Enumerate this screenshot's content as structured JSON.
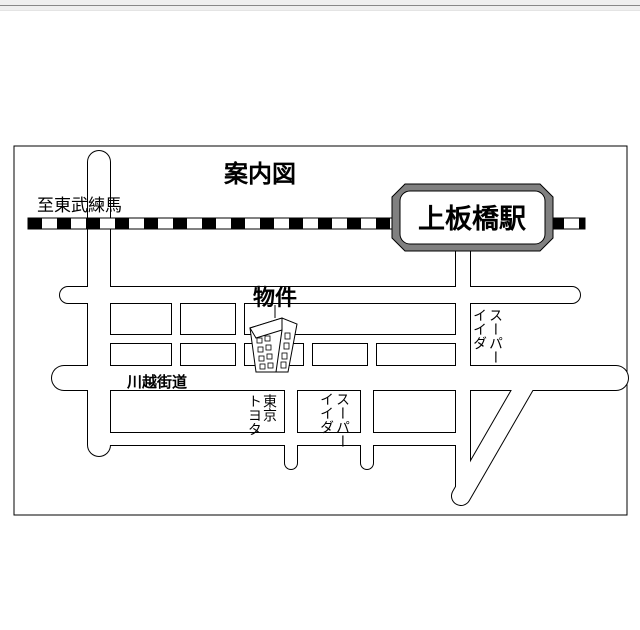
{
  "map": {
    "title": "案内図",
    "station": "上板橋駅",
    "railway_direction": "至東武練馬",
    "property": "物件",
    "road_name": "川越街道",
    "landmarks": [
      {
        "col1": "東京",
        "col2": "トヨタ"
      },
      {
        "col1": "スーパー",
        "col2": "イイダ"
      },
      {
        "col1": "スーパー",
        "col2": "イイダ"
      }
    ],
    "colors": {
      "line": "#000000",
      "station_border": "#808080",
      "background": "#ffffff"
    }
  }
}
